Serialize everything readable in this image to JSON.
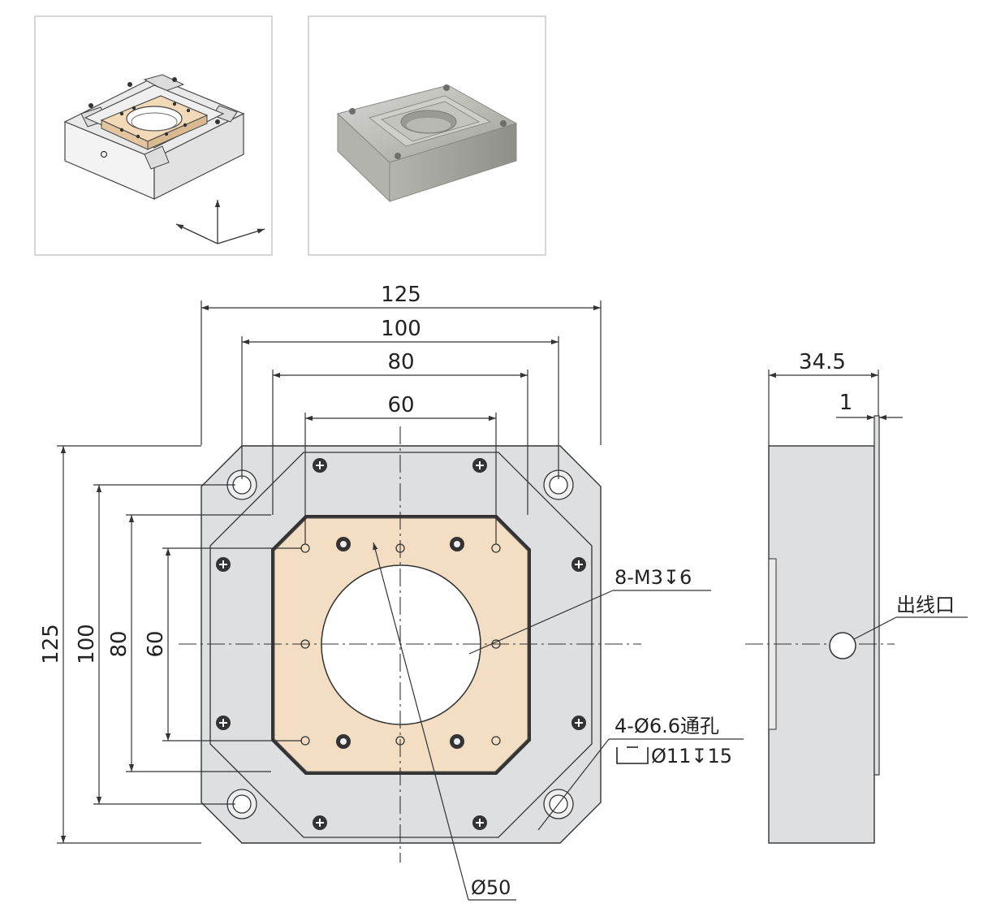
{
  "views": {
    "iso_line_drawing": "iso-line-drawing",
    "iso_render_photo": "iso-render-photo",
    "top_view": "top-view",
    "side_view": "side-view"
  },
  "dimensions": {
    "width_overall": "125",
    "width_100": "100",
    "width_80": "80",
    "width_60": "60",
    "height_overall": "125",
    "height_100": "100",
    "height_80": "80",
    "height_60": "60",
    "side_thickness": "34.5",
    "side_lip": "1",
    "bore_diameter": "Ø50"
  },
  "callouts": {
    "tapped_holes": "8-M3↧6",
    "through_holes": "4-Ø6.6通孔",
    "counterbore": "Ø11↧15",
    "cable_outlet": "出线口"
  },
  "colors": {
    "body_gray": "#dedfe1",
    "stage_tan": "#f4dec3",
    "outline": "#333333",
    "frame_border": "#c8c8c8"
  }
}
